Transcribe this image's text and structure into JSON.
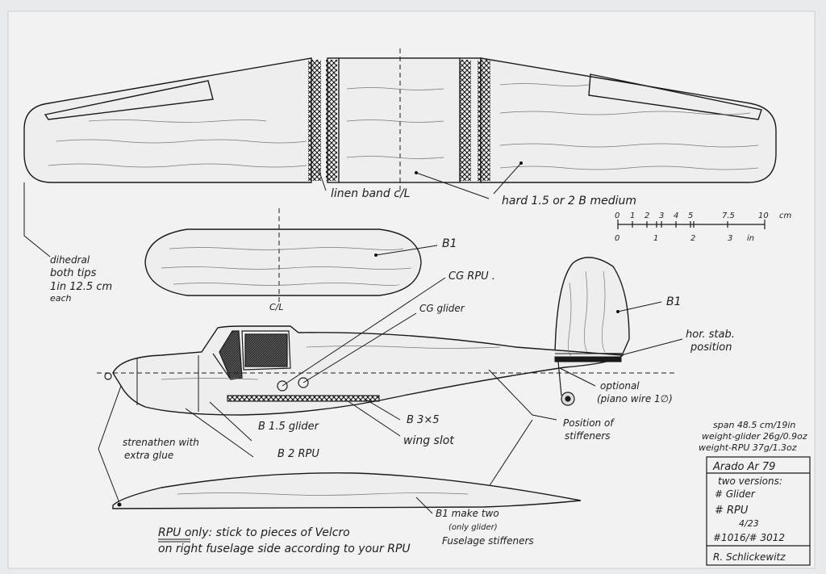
{
  "labels": {
    "linen_band": "linen band c/L",
    "hard_balsa": "hard 1.5 or 2 B medium",
    "dihedral_1": "dihedral",
    "dihedral_2": "both tips",
    "dihedral_3": "1in 12.5 cm",
    "dihedral_4": "each",
    "stab_b1": "B1",
    "stab_cl": "C/L",
    "cg_rpu": "CG RPU .",
    "cg_glider": "CG glider",
    "fin_b1": "B1",
    "hor_stab_1": "hor. stab.",
    "hor_stab_2": "position",
    "optional_1": "optional",
    "optional_2": "(piano wire 1∅)",
    "b15_glider": "B 1.5 glider",
    "b3x5": "B 3×5",
    "strengthen_1": "strenathen with",
    "strengthen_2": "extra glue",
    "b2_rpu": "B 2 RPU",
    "wing_slot": "wing slot",
    "stiffeners_1": "Position of",
    "stiffeners_2": "stiffeners",
    "b1_two_1": "B1 make two",
    "b1_two_2": "(only glider)",
    "b1_two_3": "Fuselage stiffeners",
    "rpu_note_1": "RPU only: stick to pieces of Velcro",
    "rpu_note_2": "on right fuselage side according to your RPU"
  },
  "scale": {
    "cm_ticks": [
      "0",
      "1",
      "2",
      "3",
      "4",
      "5",
      "7.5",
      "10"
    ],
    "cm_unit": "cm",
    "in_ticks": [
      "0",
      "1",
      "2",
      "3"
    ],
    "in_unit": "in"
  },
  "specs": {
    "span": "span 48.5 cm/19in",
    "weight_glider": "weight-glider 26g/0.9oz",
    "weight_rpu": "weight-RPU 37g/1.3oz"
  },
  "title_block": {
    "model": "Arado Ar 79",
    "versions": "two versions:",
    "v1": "# Glider",
    "v2": "# RPU",
    "date": "4/23",
    "number": "#1016/# 3012",
    "author": "R. Schlickewitz"
  }
}
